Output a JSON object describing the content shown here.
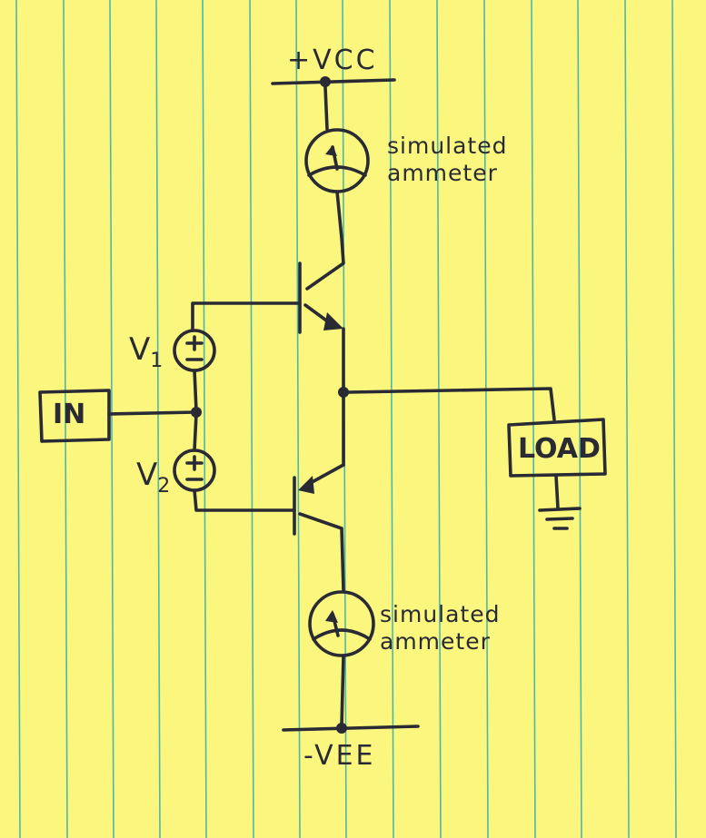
{
  "paper": {
    "background": "#fbf77e",
    "rule_color": "#4fb7a8",
    "ink_color": "#2a2a35"
  },
  "schematic": {
    "supply_top": "+VCC",
    "supply_bottom": "-VEE",
    "ammeter_top": {
      "line1": "simulated",
      "line2": "ammeter"
    },
    "ammeter_bottom": {
      "line1": "simulated",
      "line2": "ammeter"
    },
    "source_v1": {
      "name": "V",
      "sub": "1"
    },
    "source_v2": {
      "name": "V",
      "sub": "2"
    },
    "input_box": "IN",
    "load_box": "LOAD"
  }
}
